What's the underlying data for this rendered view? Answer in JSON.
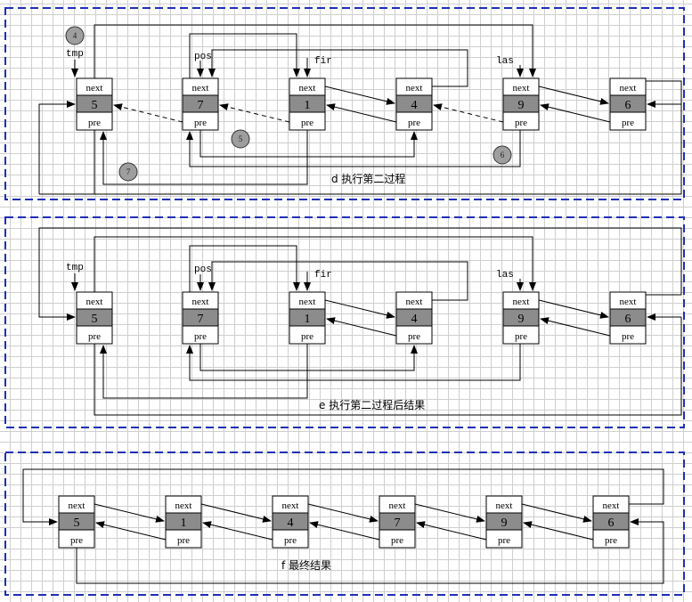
{
  "node_labels": {
    "next": "next",
    "pre": "pre"
  },
  "panels": [
    {
      "caption": "d 执行第二过程",
      "nodes": [
        {
          "id": "d-5",
          "value": "5"
        },
        {
          "id": "d-7",
          "value": "7"
        },
        {
          "id": "d-1",
          "value": "1"
        },
        {
          "id": "d-4",
          "value": "4"
        },
        {
          "id": "d-9",
          "value": "9"
        },
        {
          "id": "d-6",
          "value": "6"
        }
      ],
      "pointers": {
        "tmp": "tmp",
        "pos": "pos",
        "fir": "fir",
        "las": "las"
      },
      "steps": [
        "4",
        "5",
        "6",
        "7"
      ]
    },
    {
      "caption": "e 执行第二过程后结果",
      "nodes": [
        {
          "id": "e-5",
          "value": "5"
        },
        {
          "id": "e-7",
          "value": "7"
        },
        {
          "id": "e-1",
          "value": "1"
        },
        {
          "id": "e-4",
          "value": "4"
        },
        {
          "id": "e-9",
          "value": "9"
        },
        {
          "id": "e-6",
          "value": "6"
        }
      ],
      "pointers": {
        "tmp": "tmp",
        "pos": "pos",
        "fir": "fir",
        "las": "las"
      }
    },
    {
      "caption": "f 最终结果",
      "nodes": [
        {
          "id": "f-5",
          "value": "5"
        },
        {
          "id": "f-1",
          "value": "1"
        },
        {
          "id": "f-4",
          "value": "4"
        },
        {
          "id": "f-7",
          "value": "7"
        },
        {
          "id": "f-9",
          "value": "9"
        },
        {
          "id": "f-6",
          "value": "6"
        }
      ]
    }
  ],
  "colors": {
    "frame": "#1f2fb5",
    "value_fill": "#8c8c8c",
    "step_fill": "#9e9e9e",
    "grid": "#cfcfcf"
  }
}
